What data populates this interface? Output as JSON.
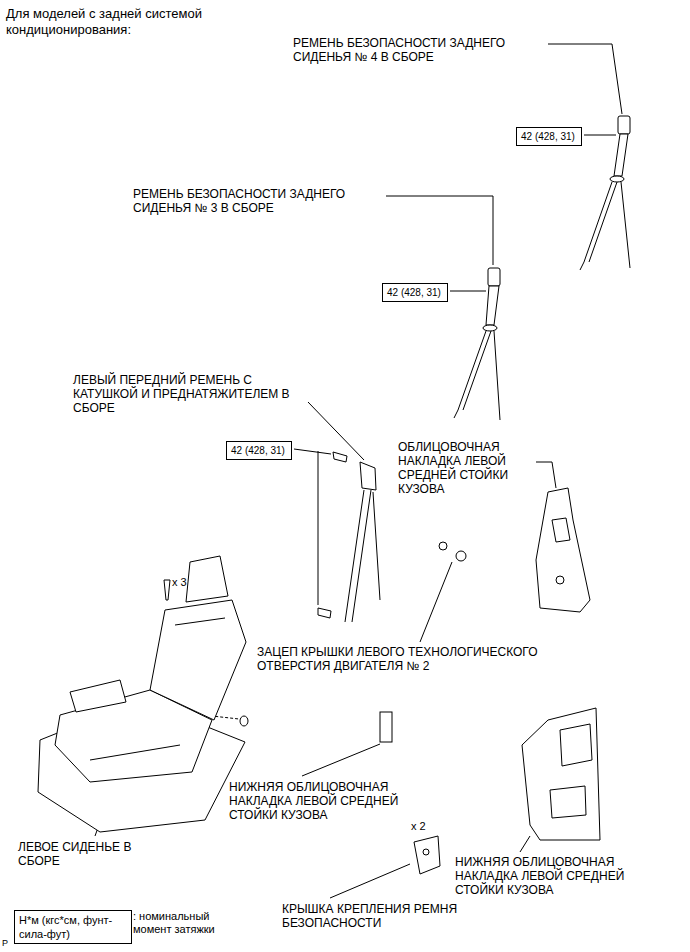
{
  "diagram": {
    "title": "Для моделей с задней системой кондиционирования:",
    "nodes": [
      {
        "text": [
          "42 (428, 31)"
        ]
      },
      {
        "text": [
          "42 (428, 31)"
        ]
      },
      {
        "text": [
          "42 (428, 31)"
        ]
      },
      {
        "text": [
          "Н*м (кгс*см, фунт-сила-фут)"
        ]
      }
    ],
    "edges": [],
    "labels": [
      "РЕМЕНЬ БЕЗОПАСНОСТИ ЗАДНЕГО СИДЕНЬЯ № 4 В СБОРЕ",
      "РЕМЕНЬ БЕЗОПАСНОСТИ ЗАДНЕГО СИДЕНЬЯ № 3 В СБОРЕ",
      "ЛЕВЫЙ ПЕРЕДНИЙ РЕМЕНЬ С КАТУШКОЙ И ПРЕДНАТЯЖИТЕЛЕМ В СБОРЕ",
      "ОБЛИЦОВОЧНАЯ НАКЛАДКА ЛЕВОЙ СРЕДНЕЙ СТОЙКИ КУЗОВА",
      "x 3",
      "ЗАЦЕП КРЫШКИ ЛЕВОГО ТЕХНОЛОГИЧЕСКОГО ОТВЕРСТИЯ ДВИГАТЕЛЯ № 2",
      "НИЖНЯЯ ОБЛИЦОВОЧНАЯ НАКЛАДКА ЛЕВОЙ СРЕДНЕЙ СТОЙКИ КУЗОВА",
      "ЛЕВОЕ СИДЕНЬЕ В СБОРЕ",
      "x 2",
      "НИЖНЯЯ ОБЛИЦОВОЧНАЯ НАКЛАДКА ЛЕВОЙ СРЕДНЕЙ СТОЙКИ КУЗОВА",
      "КРЫШКА КРЕПЛЕНИЯ РЕМНЯ БЕЗОПАСНОСТИ",
      ": номинальный момент затяжки",
      "P"
    ]
  }
}
